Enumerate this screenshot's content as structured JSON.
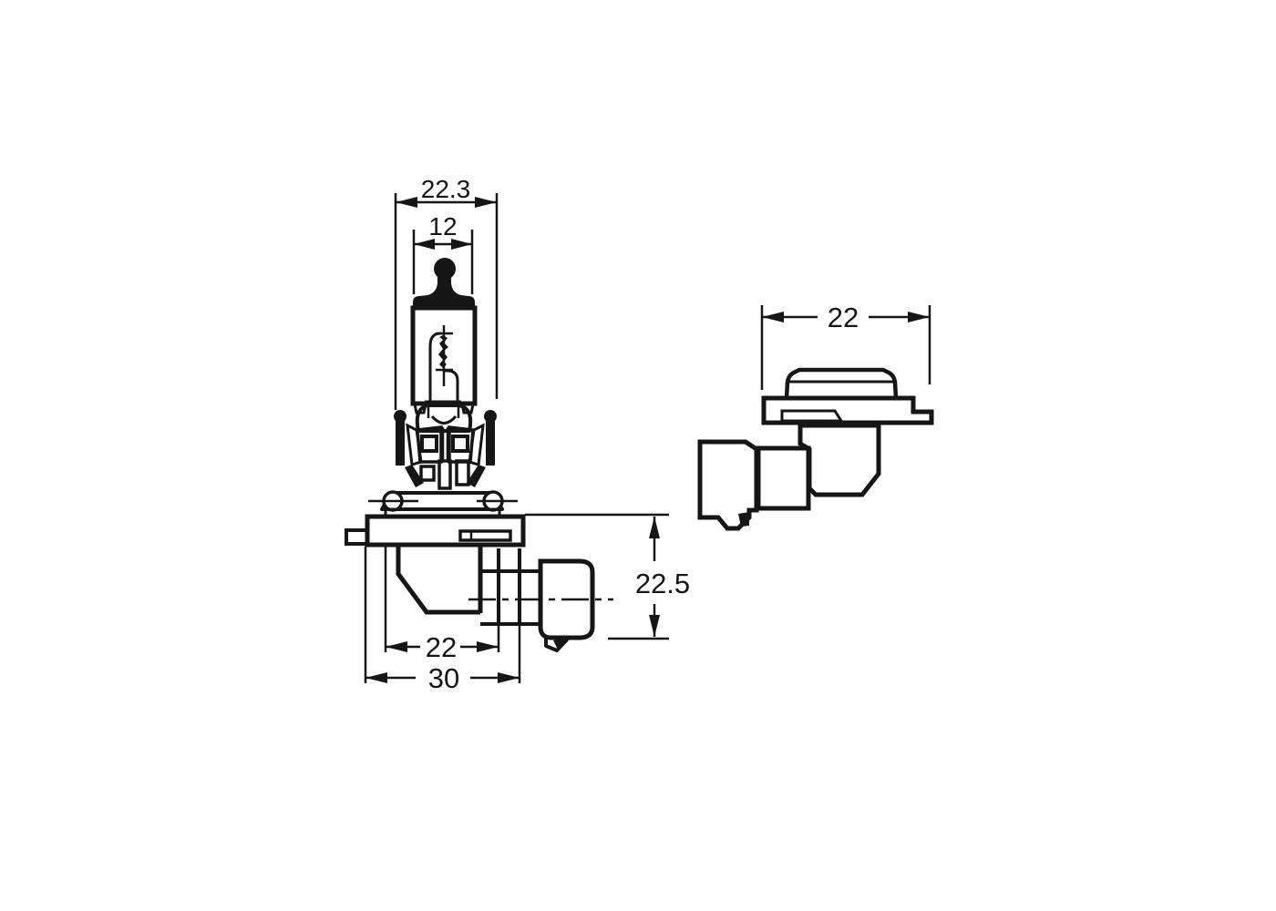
{
  "figure": {
    "type": "technical-drawing",
    "background_color": "#ffffff",
    "ink_color": "#161616",
    "views": {
      "front": {
        "id": "front-view"
      },
      "side": {
        "id": "side-view"
      }
    },
    "dimensions": {
      "front": {
        "overall_width": "22.3",
        "glass_diameter": "12",
        "body_width": "22",
        "flange_width": "30",
        "depth_below_flange": "22.5"
      },
      "side": {
        "flange_width": "22"
      }
    }
  }
}
